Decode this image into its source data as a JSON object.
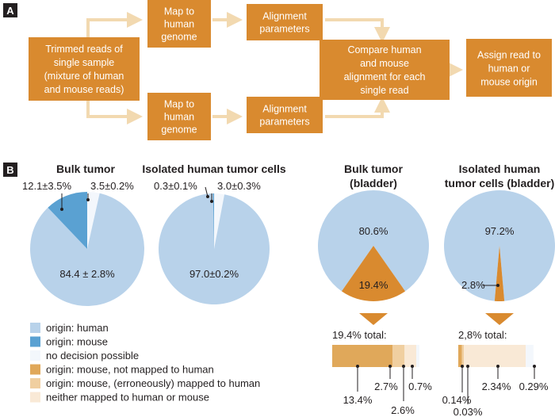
{
  "colors": {
    "box": "#d98a2f",
    "arrow": "#f2d9b0",
    "human": "#b8d2ea",
    "mouse": "#5aa1d2",
    "no_decision": "#f3f7fc",
    "mouse_not_mapped": "#e0a85a",
    "mouse_mapped": "#f0cfa0",
    "neither": "#f9e9d6",
    "panel_label_bg": "#231f20"
  },
  "panel_a": {
    "label": "A",
    "input_box": [
      "Trimmed reads of",
      "single sample",
      "(mixture of human",
      "and mouse reads)"
    ],
    "map_top": [
      "Map to",
      "human",
      "genome"
    ],
    "map_bottom": [
      "Map to",
      "human",
      "genome"
    ],
    "align_top": [
      "Alignment",
      "parameters"
    ],
    "align_bottom": [
      "Alignment",
      "parameters"
    ],
    "compare_box": [
      "Compare human",
      "and mouse",
      "alignment for each",
      "single read"
    ],
    "assign_box": [
      "Assign read to",
      "human or",
      "mouse origin"
    ]
  },
  "panel_b": {
    "label": "B",
    "pies": [
      {
        "title": [
          "Bulk tumor"
        ],
        "labels": {
          "mouse": "12.1±3.5%",
          "no_decision": "3.5±0.2%",
          "human": "84.4 ± 2.8%"
        }
      },
      {
        "title": [
          "Isolated human tumor cells"
        ],
        "labels": {
          "mouse": "0.3±0.1%",
          "no_decision": "3.0±0.3%",
          "human": "97.0±0.2%"
        }
      },
      {
        "title": [
          "Bulk tumor",
          "(bladder)"
        ],
        "labels": {
          "human": "80.6%",
          "mouse": "19.4%"
        }
      },
      {
        "title": [
          "Isolated human",
          "tumor cells (bladder)"
        ],
        "labels": {
          "human": "97.2%",
          "mouse": "2.8%"
        }
      }
    ],
    "legend": [
      {
        "key": "human",
        "label": "origin: human"
      },
      {
        "key": "mouse",
        "label": "origin: mouse"
      },
      {
        "key": "no_decision",
        "label": "no decision possible"
      },
      {
        "key": "mouse_not_mapped",
        "label": "origin: mouse, not mapped to human"
      },
      {
        "key": "mouse_mapped",
        "label": "origin: mouse, (erroneously) mapped to human"
      },
      {
        "key": "neither",
        "label": "neither mapped to human or mouse"
      }
    ],
    "bars": [
      {
        "total_label": "19.4% total:",
        "segment_labels": [
          "13.4%",
          "2.7%",
          "2.6%",
          "0.7%"
        ]
      },
      {
        "total_label": "2,8% total:",
        "segment_labels": [
          "0.14%",
          "0.03%",
          "2.34%",
          "0.29%"
        ]
      }
    ]
  },
  "chart_data": [
    {
      "type": "pie",
      "title": "Bulk tumor",
      "categories": [
        "origin: human",
        "origin: mouse",
        "no decision possible"
      ],
      "values": [
        84.4,
        12.1,
        3.5
      ]
    },
    {
      "type": "pie",
      "title": "Isolated human tumor cells",
      "categories": [
        "origin: human",
        "origin: mouse",
        "no decision possible"
      ],
      "values": [
        97.0,
        0.3,
        3.0
      ]
    },
    {
      "type": "pie",
      "title": "Bulk tumor (bladder)",
      "categories": [
        "origin: human",
        "origin: mouse"
      ],
      "values": [
        80.6,
        19.4
      ]
    },
    {
      "type": "pie",
      "title": "Isolated human tumor cells (bladder)",
      "categories": [
        "origin: human",
        "origin: mouse"
      ],
      "values": [
        97.2,
        2.8
      ]
    },
    {
      "type": "bar",
      "title": "19.4% total:",
      "categories": [
        "origin: mouse, not mapped to human",
        "origin: mouse, (erroneously) mapped to human",
        "neither mapped to human or mouse",
        "no decision possible"
      ],
      "values": [
        13.4,
        2.7,
        2.6,
        0.7
      ]
    },
    {
      "type": "bar",
      "title": "2,8% total:",
      "categories": [
        "origin: mouse, not mapped to human",
        "origin: mouse, (erroneously) mapped to human",
        "neither mapped to human or mouse",
        "no decision possible"
      ],
      "values": [
        0.14,
        0.03,
        2.34,
        0.29
      ]
    }
  ]
}
